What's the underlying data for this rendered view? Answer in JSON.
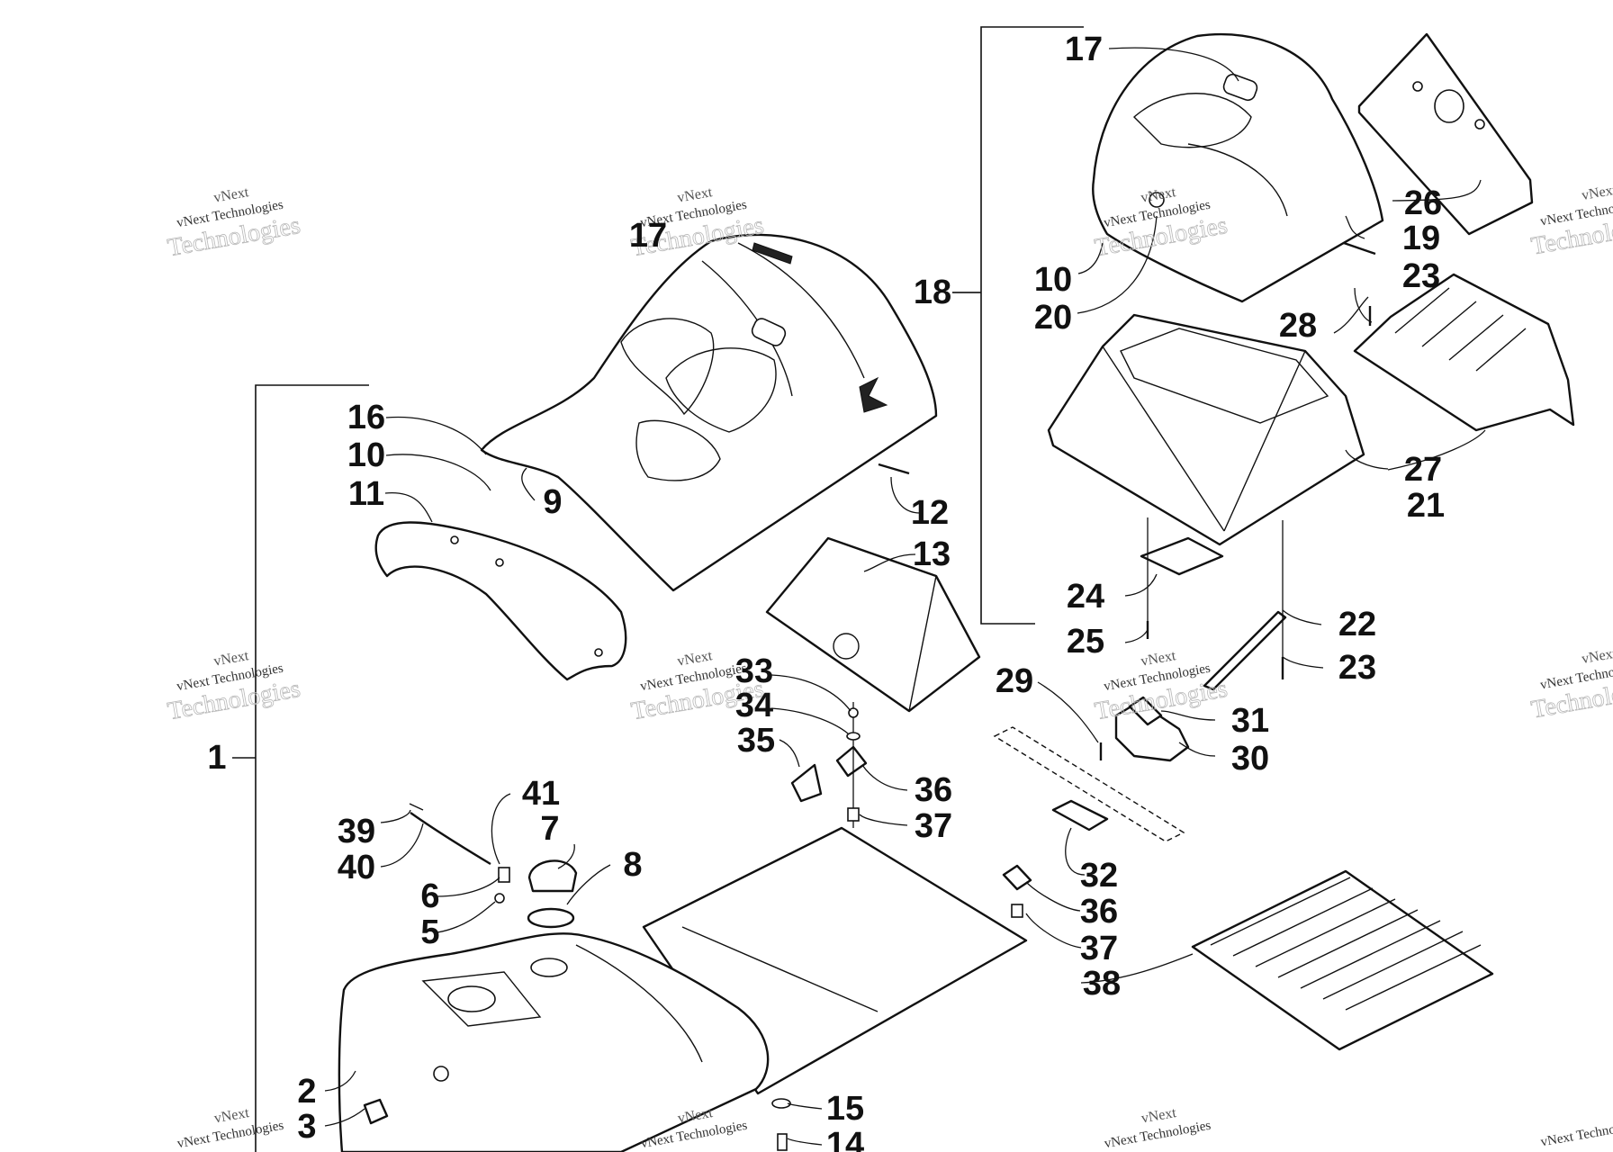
{
  "diagram": {
    "type": "exploded-parts-diagram",
    "callouts": [
      {
        "id": "c1",
        "label": "1"
      },
      {
        "id": "c2",
        "label": "2"
      },
      {
        "id": "c3",
        "label": "3"
      },
      {
        "id": "c5",
        "label": "5"
      },
      {
        "id": "c6",
        "label": "6"
      },
      {
        "id": "c7",
        "label": "7"
      },
      {
        "id": "c8",
        "label": "8"
      },
      {
        "id": "c9",
        "label": "9"
      },
      {
        "id": "c10a",
        "label": "10"
      },
      {
        "id": "c10b",
        "label": "10"
      },
      {
        "id": "c11",
        "label": "11"
      },
      {
        "id": "c12",
        "label": "12"
      },
      {
        "id": "c13",
        "label": "13"
      },
      {
        "id": "c14",
        "label": "14"
      },
      {
        "id": "c15",
        "label": "15"
      },
      {
        "id": "c16",
        "label": "16"
      },
      {
        "id": "c17a",
        "label": "17"
      },
      {
        "id": "c17b",
        "label": "17"
      },
      {
        "id": "c18",
        "label": "18"
      },
      {
        "id": "c19",
        "label": "19"
      },
      {
        "id": "c20",
        "label": "20"
      },
      {
        "id": "c21",
        "label": "21"
      },
      {
        "id": "c22",
        "label": "22"
      },
      {
        "id": "c23a",
        "label": "23"
      },
      {
        "id": "c23b",
        "label": "23"
      },
      {
        "id": "c24",
        "label": "24"
      },
      {
        "id": "c25",
        "label": "25"
      },
      {
        "id": "c26",
        "label": "26"
      },
      {
        "id": "c27",
        "label": "27"
      },
      {
        "id": "c28",
        "label": "28"
      },
      {
        "id": "c29",
        "label": "29"
      },
      {
        "id": "c30",
        "label": "30"
      },
      {
        "id": "c31",
        "label": "31"
      },
      {
        "id": "c32",
        "label": "32"
      },
      {
        "id": "c33",
        "label": "33"
      },
      {
        "id": "c34",
        "label": "34"
      },
      {
        "id": "c35",
        "label": "35"
      },
      {
        "id": "c36a",
        "label": "36"
      },
      {
        "id": "c36b",
        "label": "36"
      },
      {
        "id": "c37a",
        "label": "37"
      },
      {
        "id": "c37b",
        "label": "37"
      },
      {
        "id": "c38",
        "label": "38"
      },
      {
        "id": "c39",
        "label": "39"
      },
      {
        "id": "c40",
        "label": "40"
      },
      {
        "id": "c41",
        "label": "41"
      }
    ]
  },
  "watermark": {
    "line1": "vNext",
    "line2": "vNext Technologies",
    "line3": "Technologies"
  }
}
